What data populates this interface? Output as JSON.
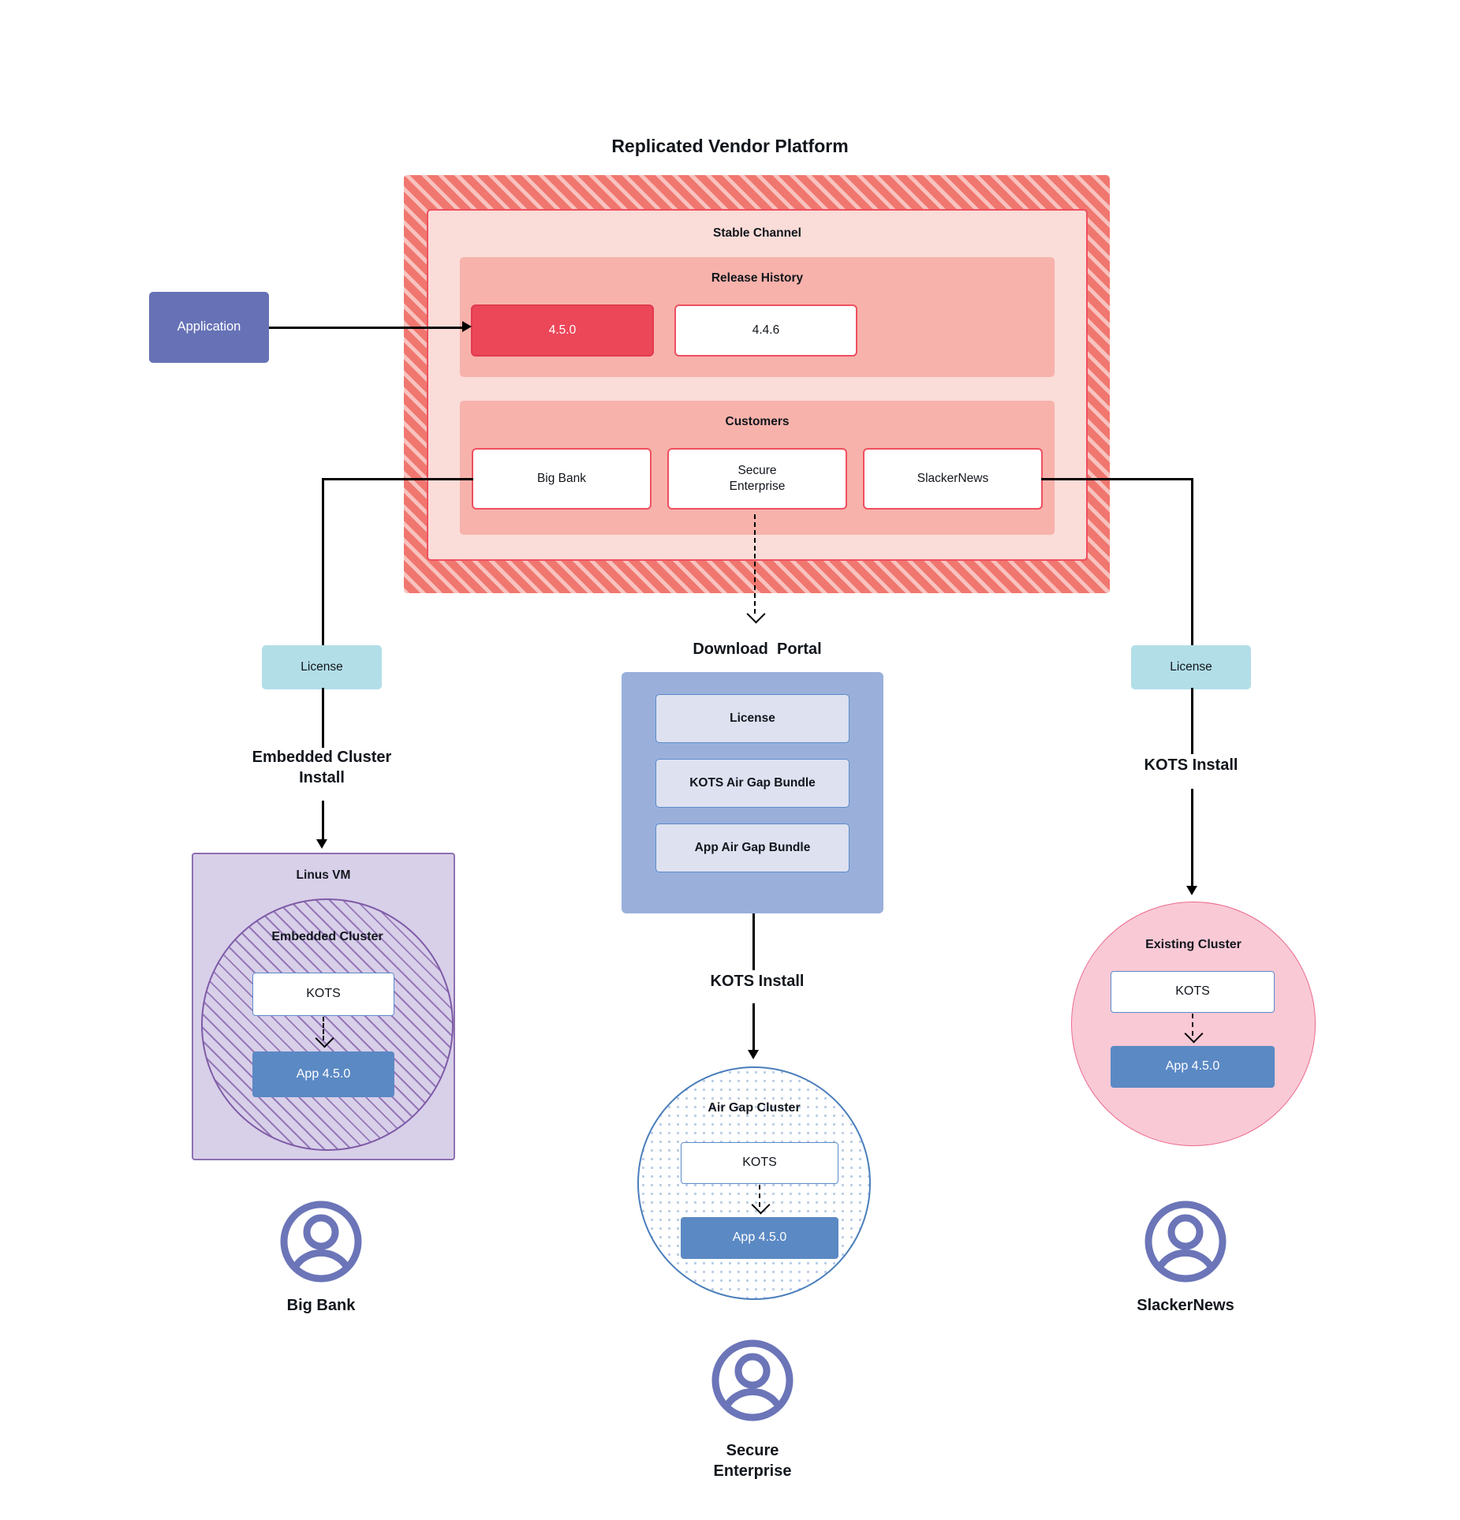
{
  "diagram": {
    "title": "Replicated Vendor Platform",
    "platform": {
      "stable_channel": {
        "title": "Stable Channel",
        "release_history": {
          "title": "Release History",
          "releases": [
            {
              "version": "4.5.0",
              "state": "current"
            },
            {
              "version": "4.4.6",
              "state": "previous"
            }
          ]
        },
        "customers": {
          "title": "Customers",
          "items": [
            {
              "name": "Big Bank"
            },
            {
              "name": "Secure\nEnterprise"
            },
            {
              "name": "SlackerNews"
            }
          ]
        }
      }
    },
    "application": {
      "label": "Application"
    },
    "licenses": {
      "left_label": "License",
      "right_label": "License"
    },
    "download_portal": {
      "title": "Download  Portal",
      "items": [
        {
          "label": "License"
        },
        {
          "label": "KOTS Air Gap Bundle"
        },
        {
          "label": "App Air Gap Bundle"
        }
      ]
    },
    "flows": {
      "embedded_install": "Embedded Cluster\nInstall",
      "kots_install_right": "KOTS Install",
      "kots_install_middle": "KOTS Install"
    },
    "targets": {
      "linux_vm": {
        "title": "Linus VM",
        "cluster_title": "Embedded Cluster",
        "kots": "KOTS",
        "app": "App 4.5.0"
      },
      "air_gap": {
        "title": "Air Gap Cluster",
        "kots": "KOTS",
        "app": "App 4.5.0"
      },
      "existing": {
        "title": "Existing Cluster",
        "kots": "KOTS",
        "app": "App 4.5.0"
      }
    },
    "customers_bottom": [
      {
        "name": "Big Bank",
        "icon": "user-avatar-icon"
      },
      {
        "name": "Secure\nEnterprise",
        "icon": "user-avatar-icon"
      },
      {
        "name": "SlackerNews",
        "icon": "user-avatar-icon"
      }
    ],
    "colors": {
      "platform_hatch": "#f0776f",
      "channel_bg": "#fadcd8",
      "channel_border": "#ef4f5f",
      "subsection_bg": "#f7b2ab",
      "release_current": "#ec4659",
      "application": "#6672b5",
      "license": "#b2dee8",
      "portal_bg": "#9ab0db",
      "portal_item": "#dde1f0",
      "portal_item_border": "#5b8bc9",
      "vm_bg": "#d8cfe9",
      "vm_border": "#8e6fb0",
      "app_box": "#5b89c4",
      "existing_cluster": "#f9c9d6",
      "existing_cluster_border": "#ec6a8e",
      "airgap_border": "#4a7ebb",
      "avatar": "#6b75b8"
    }
  }
}
